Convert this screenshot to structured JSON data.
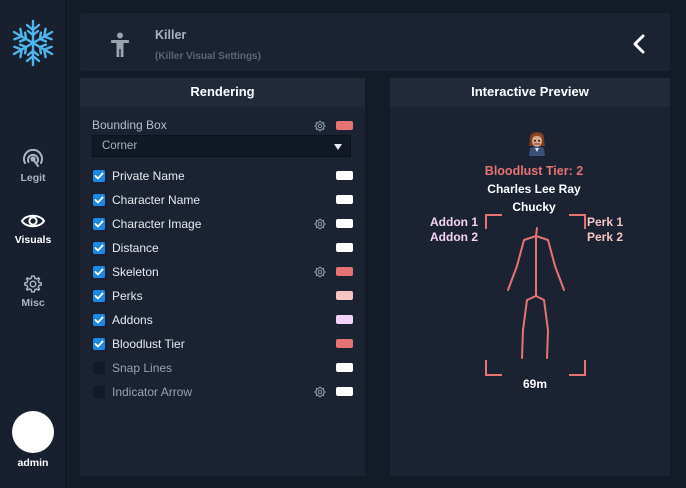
{
  "nav": {
    "items": [
      {
        "label": "Legit",
        "icon": "radar-icon",
        "active": false
      },
      {
        "label": "Visuals",
        "icon": "eye-icon",
        "active": true
      },
      {
        "label": "Misc",
        "icon": "gear-icon",
        "active": false
      }
    ],
    "user": "admin"
  },
  "header": {
    "title": "Killer",
    "subtitle": "(Killer Visual Settings)",
    "icon": "person-icon",
    "back_icon": "chevron-left-icon"
  },
  "rendering": {
    "title": "Rendering",
    "bounding_box": {
      "label": "Bounding Box",
      "color": "#e57373",
      "select_value": "Corner"
    },
    "options": [
      {
        "label": "Private Name",
        "checked": true,
        "gear": false,
        "color": "#ffffff"
      },
      {
        "label": "Character Name",
        "checked": true,
        "gear": false,
        "color": "#ffffff"
      },
      {
        "label": "Character Image",
        "checked": true,
        "gear": true,
        "color": "#ffffff"
      },
      {
        "label": "Distance",
        "checked": true,
        "gear": false,
        "color": "#ffffff"
      },
      {
        "label": "Skeleton",
        "checked": true,
        "gear": true,
        "color": "#e57373"
      },
      {
        "label": "Perks",
        "checked": true,
        "gear": false,
        "color": "#f6c4c4"
      },
      {
        "label": "Addons",
        "checked": true,
        "gear": false,
        "color": "#f3d4f6"
      },
      {
        "label": "Bloodlust Tier",
        "checked": true,
        "gear": false,
        "color": "#e57373"
      },
      {
        "label": "Snap Lines",
        "checked": false,
        "gear": false,
        "color": "#ffffff"
      },
      {
        "label": "Indicator Arrow",
        "checked": false,
        "gear": true,
        "color": "#ffffff"
      }
    ]
  },
  "preview": {
    "title": "Interactive Preview",
    "bloodlust": "Bloodlust Tier: 2",
    "private_name": "Charles Lee Ray",
    "character_name": "Chucky",
    "addons": [
      "Addon 1",
      "Addon 2"
    ],
    "perks": [
      "Perk 1",
      "Perk 2"
    ],
    "distance": "69m",
    "colors": {
      "accent": "#e57373",
      "addons": "#f3d4f6",
      "perks": "#f6c4c4",
      "text": "#ffffff"
    }
  }
}
